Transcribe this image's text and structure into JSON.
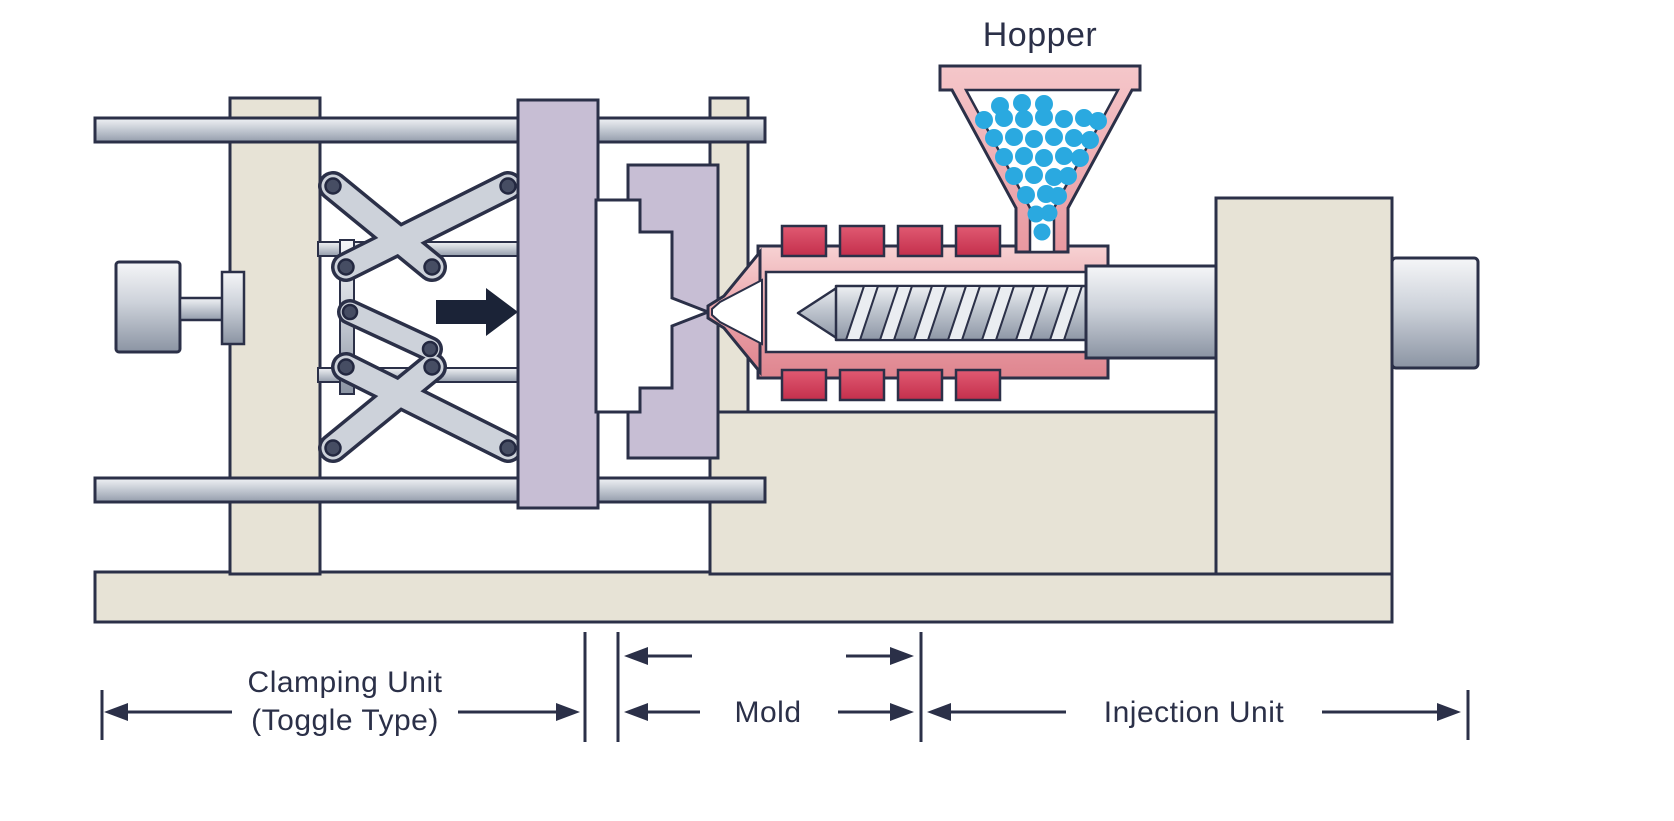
{
  "diagram": {
    "labels": {
      "hopper": "Hopper",
      "clamping_line1": "Clamping Unit",
      "clamping_line2": "(Toggle Type)",
      "mold": "Mold",
      "injection": "Injection Unit"
    },
    "colors": {
      "outline_navy": "#2b3048",
      "machine_beige": "#e7e3d6",
      "platen_lavender": "#c7bed4",
      "metal_light": "#f2f4f6",
      "metal_dark": "#8b94a3",
      "heater_red": "#d5445e",
      "barrel_pink": "#edaab0",
      "hopper_salmon": "#f0b9bd",
      "pellet_blue": "#2aa9e0",
      "arrow_black": "#1b2337",
      "label_text": "#2b3048",
      "background": "#ffffff"
    }
  }
}
